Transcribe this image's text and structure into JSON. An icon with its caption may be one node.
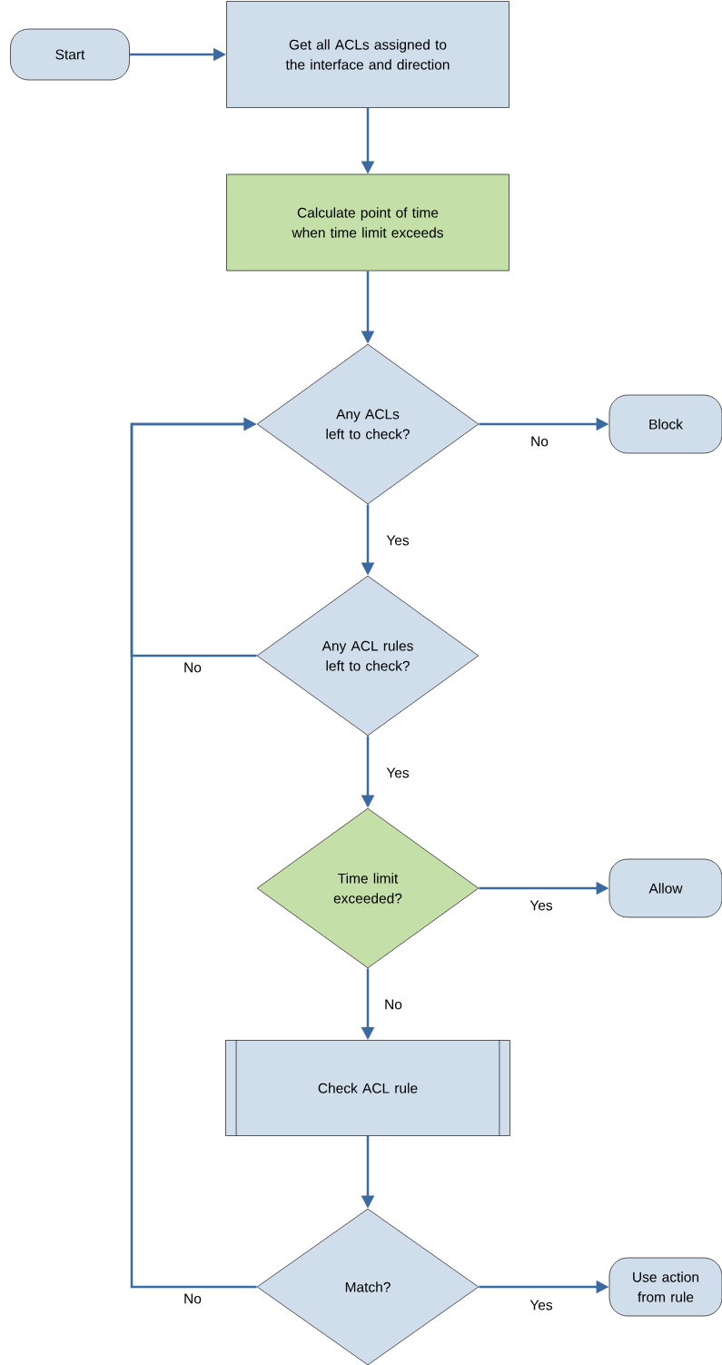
{
  "diagram": {
    "nodes": [
      {
        "text": [
          "Start"
        ]
      },
      {
        "text": [
          "Get all ACLs assigned to the interface and direction"
        ]
      },
      {
        "text": [
          "Calculate point of time when time limit exceeds"
        ]
      },
      {
        "text": [
          "Any ACLs left to check?"
        ]
      },
      {
        "text": [
          "Block"
        ]
      },
      {
        "text": [
          "Any ACL rules left to check?"
        ]
      },
      {
        "text": [
          "Time limit exceeded?"
        ]
      },
      {
        "text": [
          "Allow"
        ]
      },
      {
        "text": [
          "Check ACL rule"
        ]
      },
      {
        "text": [
          "Match?"
        ]
      },
      {
        "text": [
          "Use action from rule"
        ]
      }
    ],
    "edges": [
      {
        "from": 0,
        "to": 1,
        "arrow": "to"
      },
      {
        "from": 1,
        "to": 2,
        "arrow": "to"
      },
      {
        "from": 2,
        "to": 3,
        "arrow": "to"
      },
      {
        "from": 3,
        "to": 4,
        "arrow": "to",
        "label": "No"
      },
      {
        "from": 3,
        "to": 5,
        "arrow": "to",
        "label": "Yes"
      },
      {
        "from": 5,
        "to": 3,
        "arrow": "to",
        "label": "No"
      },
      {
        "from": 5,
        "to": 6,
        "arrow": "to",
        "label": "Yes"
      },
      {
        "from": 6,
        "to": 7,
        "arrow": "to",
        "label": "Yes"
      },
      {
        "from": 6,
        "to": 8,
        "arrow": "to",
        "label": "No"
      },
      {
        "from": 8,
        "to": 9,
        "arrow": "to"
      },
      {
        "from": 9,
        "to": 10,
        "arrow": "to",
        "label": "Yes"
      },
      {
        "from": 9,
        "to": 3,
        "arrow": "to",
        "label": "No"
      }
    ]
  }
}
